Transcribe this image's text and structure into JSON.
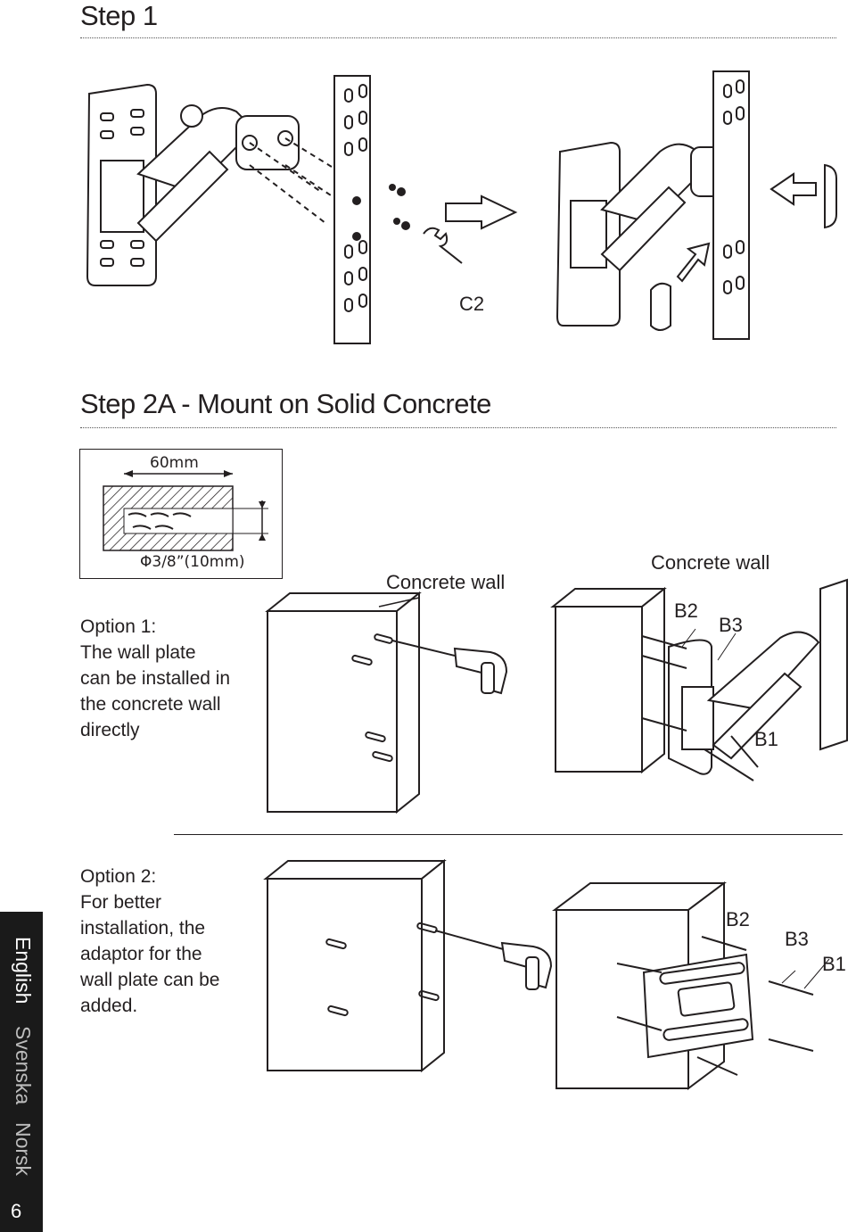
{
  "step1": {
    "heading": "Step 1",
    "part_label": "C2"
  },
  "step2a": {
    "heading": "Step 2A - Mount on Solid Concrete"
  },
  "dimension_diagram": {
    "depth": "60mm",
    "diameter": "Φ3/8”(10mm)"
  },
  "option1": {
    "lines": [
      "Option 1:",
      "The wall plate",
      "can be installed in",
      "the concrete wall",
      "directly"
    ],
    "wall_label_left": "Concrete wall",
    "wall_label_right": "Concrete wall",
    "parts": [
      "B2",
      "B3",
      "B1"
    ]
  },
  "option2": {
    "lines": [
      "Option 2:",
      "For better",
      "installation, the",
      "adaptor for the",
      "wall plate can be",
      "added."
    ],
    "parts": [
      "B2",
      "B3",
      "B1"
    ]
  },
  "sidebar": {
    "languages": [
      "English",
      "Svenska",
      "Norsk"
    ],
    "page_number": "6"
  }
}
